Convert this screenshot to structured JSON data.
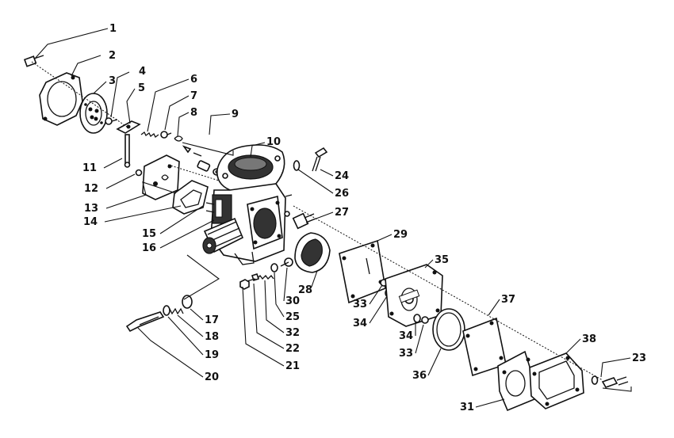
{
  "diagram": {
    "callouts": [
      {
        "id": "c1",
        "label": "1"
      },
      {
        "id": "c2",
        "label": "2"
      },
      {
        "id": "c3",
        "label": "3"
      },
      {
        "id": "c4",
        "label": "4"
      },
      {
        "id": "c5",
        "label": "5"
      },
      {
        "id": "c6",
        "label": "6"
      },
      {
        "id": "c7",
        "label": "7"
      },
      {
        "id": "c8",
        "label": "8"
      },
      {
        "id": "c9",
        "label": "9"
      },
      {
        "id": "c10",
        "label": "10"
      },
      {
        "id": "c11",
        "label": "11"
      },
      {
        "id": "c12",
        "label": "12"
      },
      {
        "id": "c13",
        "label": "13"
      },
      {
        "id": "c14",
        "label": "14"
      },
      {
        "id": "c15",
        "label": "15"
      },
      {
        "id": "c16",
        "label": "16"
      },
      {
        "id": "c17",
        "label": "17"
      },
      {
        "id": "c18",
        "label": "18"
      },
      {
        "id": "c19",
        "label": "19"
      },
      {
        "id": "c20",
        "label": "20"
      },
      {
        "id": "c21",
        "label": "21"
      },
      {
        "id": "c22",
        "label": "22"
      },
      {
        "id": "c23",
        "label": "23"
      },
      {
        "id": "c24",
        "label": "24"
      },
      {
        "id": "c25",
        "label": "25"
      },
      {
        "id": "c26",
        "label": "26"
      },
      {
        "id": "c27",
        "label": "27"
      },
      {
        "id": "c28",
        "label": "28"
      },
      {
        "id": "c29",
        "label": "29"
      },
      {
        "id": "c30",
        "label": "30"
      },
      {
        "id": "c31",
        "label": "31"
      },
      {
        "id": "c32",
        "label": "32"
      },
      {
        "id": "c33a",
        "label": "33"
      },
      {
        "id": "c34a",
        "label": "34"
      },
      {
        "id": "c34b",
        "label": "34"
      },
      {
        "id": "c33b",
        "label": "33"
      },
      {
        "id": "c35",
        "label": "35"
      },
      {
        "id": "c36",
        "label": "36"
      },
      {
        "id": "c37",
        "label": "37"
      },
      {
        "id": "c38",
        "label": "38"
      }
    ]
  }
}
